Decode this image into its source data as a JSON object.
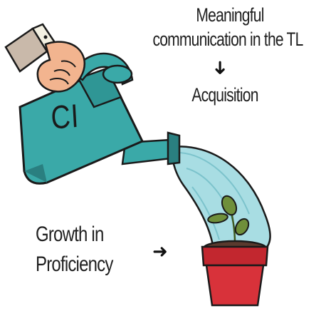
{
  "caption": {
    "line1": "Meaningful",
    "line2": "communication in the TL",
    "arrow_down": "➜",
    "line3": "Acquisition"
  },
  "can_label": "CI",
  "growth": {
    "line1": "Growth in",
    "line2": "Proficiency",
    "arrow_right": "➜"
  },
  "colors": {
    "can": "#3aa9a8",
    "can_dark": "#2a7f80",
    "water": "#a8dde3",
    "pot": "#d8323a",
    "pot_rim": "#c2272f",
    "soil": "#5a3a2e",
    "leaf": "#6f8f3a",
    "skin": "#f2b48f",
    "cuff": "#f3f0e2",
    "sleeve": "#c9b9aa"
  },
  "icons": [
    "watering-can-icon",
    "hand-icon",
    "plant-icon",
    "pot-icon",
    "water-stream-icon"
  ]
}
